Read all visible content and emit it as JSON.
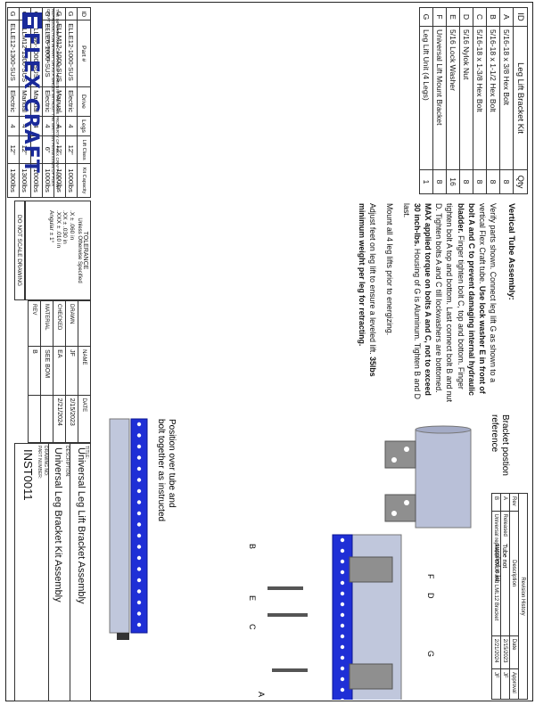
{
  "kit": {
    "header": {
      "id": "ID",
      "name": "Leg Lift Bracket Kit",
      "qty": "Qty"
    },
    "rows": [
      {
        "id": "A",
        "name": "5/16-18 x 3/8 Hex Bolt",
        "qty": "8"
      },
      {
        "id": "B",
        "name": "5/16-18 x 1-1/2 Hex Bolt",
        "qty": "8"
      },
      {
        "id": "C",
        "name": "5/16-18 x 1-3/8 Hex Bolt",
        "qty": "8"
      },
      {
        "id": "D",
        "name": "5/16 Nylok Nut",
        "qty": "8"
      },
      {
        "id": "E",
        "name": "5/16 Lock Washer",
        "qty": "16"
      },
      {
        "id": "F",
        "name": "Universal Lift Mount Bracket",
        "qty": "8"
      },
      {
        "id": "G",
        "name": "Leg Lift Unit (4 Legs)",
        "qty": "1"
      }
    ]
  },
  "revision": {
    "title": "Revision History",
    "header": {
      "rev": "Rev",
      "desc": "Description",
      "date": "Date",
      "approval": "Approval"
    },
    "rows": [
      {
        "rev": "A",
        "desc": "Released",
        "date": "2/15/2023",
        "approval": "JF"
      },
      {
        "rev": "B",
        "desc": "Universal replaces LML6 and LML12 Bracket",
        "date": "2/21/2024",
        "approval": "JF"
      }
    ]
  },
  "instructions": {
    "heading": "Vertical Tube Assembly:",
    "p1_a": "Verify parts shown.  Connect leg lift G as shown to a vertical Flex Craft tube.  ",
    "p1_b": "Use lock washer E in front of bolt A and C to prevent damaging internal hydraulic bladder.",
    "p1_c": "  Finger tighten bolt C, top and bottom.  Finger tighten bolt A top and bottom.  Last connect bolt B and nut D.  Tighten bolts A and C till lockwashers are bottomed.  ",
    "p1_d": "MAX applied torque on bolts A and C, not to exceed 30 inch-lbs.",
    "p1_e": "  Housing of G is Aluminum.  Tighten B and D last.",
    "p2": "Mount all 4 leg lifts prior to energizing.",
    "p3_a": "Adjust feet on leg lift to ensure a leveled lift.  ",
    "p3_b": "35lbs minimum weight per leg for retracting."
  },
  "drawing_labels": {
    "bracket_ref_1": "Bracket postion",
    "bracket_ref_2": "reference",
    "tube_note_1": "Tube not",
    "tube_note_2": "supplied in kit",
    "position_1": "Position over tube and",
    "position_2": "bolt together as instructed",
    "a": "A",
    "b": "B",
    "c": "C",
    "d": "D",
    "e": "E",
    "f": "F",
    "g": "G"
  },
  "models": {
    "header": {
      "id": "ID",
      "part": "Part #",
      "drive": "Drive",
      "legs": "Legs",
      "lift": "Lift Class",
      "cap": "Kit Capacity"
    },
    "rows": [
      {
        "id": "G",
        "part": "ELLE12-1000-SUS",
        "drive": "Electric",
        "legs": "4",
        "lift": "12\"",
        "cap": "1000lbs"
      },
      {
        "id": "G",
        "part": "ELLM12-1000-SUS",
        "drive": "Manual",
        "legs": "4",
        "lift": "12\"",
        "cap": "1000lbs"
      },
      {
        "id": "G",
        "part": "ELLE6-1000-SUS",
        "drive": "Electric",
        "legs": "4",
        "lift": "6\"",
        "cap": "1000lbs"
      },
      {
        "id": "G",
        "part": "ELLM6-1000-SUS",
        "drive": "Manual",
        "legs": "4",
        "lift": "6\"",
        "cap": "1000lbs"
      },
      {
        "id": "G",
        "part": "ELLM12-1300-SUS",
        "drive": "Manual",
        "legs": "4",
        "lift": "12\"",
        "cap": "1300lbs"
      },
      {
        "id": "G",
        "part": "ELLE12-1300-SUS",
        "drive": "Electric",
        "legs": "4",
        "lift": "12\"",
        "cap": "1300lbs"
      }
    ]
  },
  "tolerance": {
    "title": "TOLERANCE",
    "sub": "Unless Otherwise Specified",
    "l1": ".X        ± .060 in",
    "l2": ".XX      ± .030 in",
    "l3": ".XXX    ± .010 in",
    "l4": "Angular  ± 1°",
    "no_scale": "DO NOT SCALE DRAWING"
  },
  "signoff": {
    "header": {
      "name": "NAME",
      "date": "DATE"
    },
    "rows": [
      {
        "label": "DRAWN",
        "name": "JF",
        "date": "2/15/2023"
      },
      {
        "label": "CHECKED",
        "name": "EA",
        "date": "2/21/2024"
      },
      {
        "label": "MATERIAL",
        "name": "SEE BOM",
        "date": ""
      },
      {
        "label": "REV",
        "name": "B",
        "date": ""
      }
    ]
  },
  "title_block": {
    "title_label": "TITLE:",
    "title": "Universal Leg Lift Bracket Assembly",
    "desc_label": "DESCRIPTION:",
    "desc": "Universal Leg Bracket Kit Assembly",
    "drawing_label": "DRAWING NO:",
    "part_label": "PART NUMBER:",
    "drawing_no": "INST0011"
  },
  "footer": {
    "notice": "THE INFORMATION CONTAINED HEREIN IS THE SOLE PROPERTY OF FLEX CRAFT LLC. ANY REPRODUCTION IN PART OR AS A WHOLE WITHOUT THE WRITTEN PERMISSION OF FLEX CRAFT LLC IS PROHIBITED.",
    "logo": "FLEX CRAFT"
  },
  "colors": {
    "bracket_blue": "#1f2fd6",
    "tube": "#b9c0d8",
    "steel": "#8a8a8a"
  }
}
